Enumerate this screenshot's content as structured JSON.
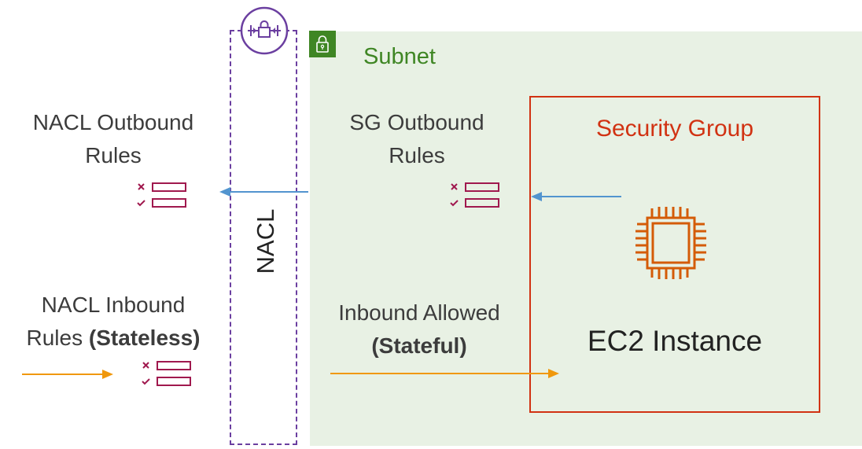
{
  "subnet": {
    "label": "Subnet"
  },
  "nacl": {
    "label": "NACL",
    "outbound": {
      "line1": "NACL Outbound",
      "line2": "Rules"
    },
    "inbound": {
      "line1": "NACL Inbound",
      "line2_plain": "Rules ",
      "line2_bold": "(Stateless)"
    }
  },
  "security_group": {
    "label": "Security Group",
    "outbound": {
      "line1": "SG Outbound",
      "line2": "Rules"
    },
    "inbound": {
      "line1": "Inbound Allowed",
      "line2_bold": "(Stateful)"
    }
  },
  "instance": {
    "label": "EC2 Instance"
  },
  "icons": [
    "rules-list-icon",
    "ec2-chip-icon",
    "padlock-icon",
    "nacl-firewall-icon"
  ],
  "colors": {
    "subnet_green": "#3f8624",
    "subnet_fill": "#e8f1e4",
    "nacl_purple": "#6b3fa0",
    "sg_red": "#d13212",
    "ec2_orange": "#d45b07",
    "rules_maroon": "#a0194e",
    "outbound_arrow": "#5294cf",
    "inbound_arrow": "#f0980c"
  }
}
